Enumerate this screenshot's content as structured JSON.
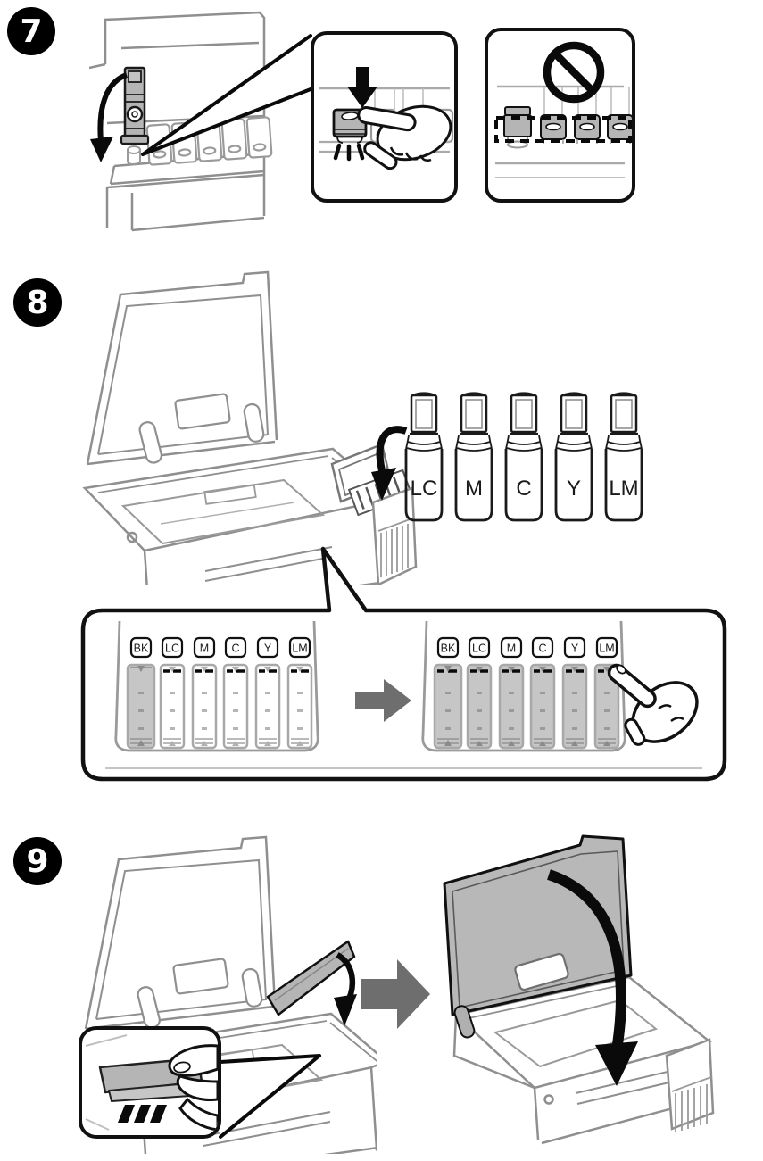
{
  "colors": {
    "background": "#ffffff",
    "line_gray": "#8f8f8f",
    "fill_gray": "#b5b5b5",
    "tank_fill_gray": "#c6c6c6",
    "arrow_gray": "#6e6e6e",
    "ink_black": "#111111"
  },
  "steps": [
    {
      "id": "step-7",
      "number": "7",
      "insets": [
        {
          "name": "press-cap-closeup",
          "icons": [
            "down-arrow-icon",
            "pressing-hand-icon",
            "press-marks-icon"
          ]
        },
        {
          "name": "prohibition",
          "icons": [
            "no-symbol-icon",
            "dashed-level-outline"
          ]
        }
      ]
    },
    {
      "id": "step-8",
      "number": "8",
      "icons": [
        "curved-arrow-icon",
        "right-arrow-icon",
        "pointing-hand-icon"
      ],
      "bottles": {
        "labels": [
          "LC",
          "M",
          "C",
          "Y",
          "LM"
        ]
      },
      "tank_panel": {
        "before": {
          "labels": [
            "BK",
            "LC",
            "M",
            "C",
            "Y",
            "LM"
          ],
          "filled": [
            true,
            false,
            false,
            false,
            false,
            false
          ]
        },
        "after": {
          "labels": [
            "BK",
            "LC",
            "M",
            "C",
            "Y",
            "LM"
          ],
          "filled": [
            true,
            true,
            true,
            true,
            true,
            true
          ]
        }
      }
    },
    {
      "id": "step-9",
      "number": "9",
      "icons": [
        "close-cover-arrow-icon",
        "right-arrow-icon",
        "pressing-hand-icon",
        "big-close-arrow-icon"
      ]
    }
  ]
}
